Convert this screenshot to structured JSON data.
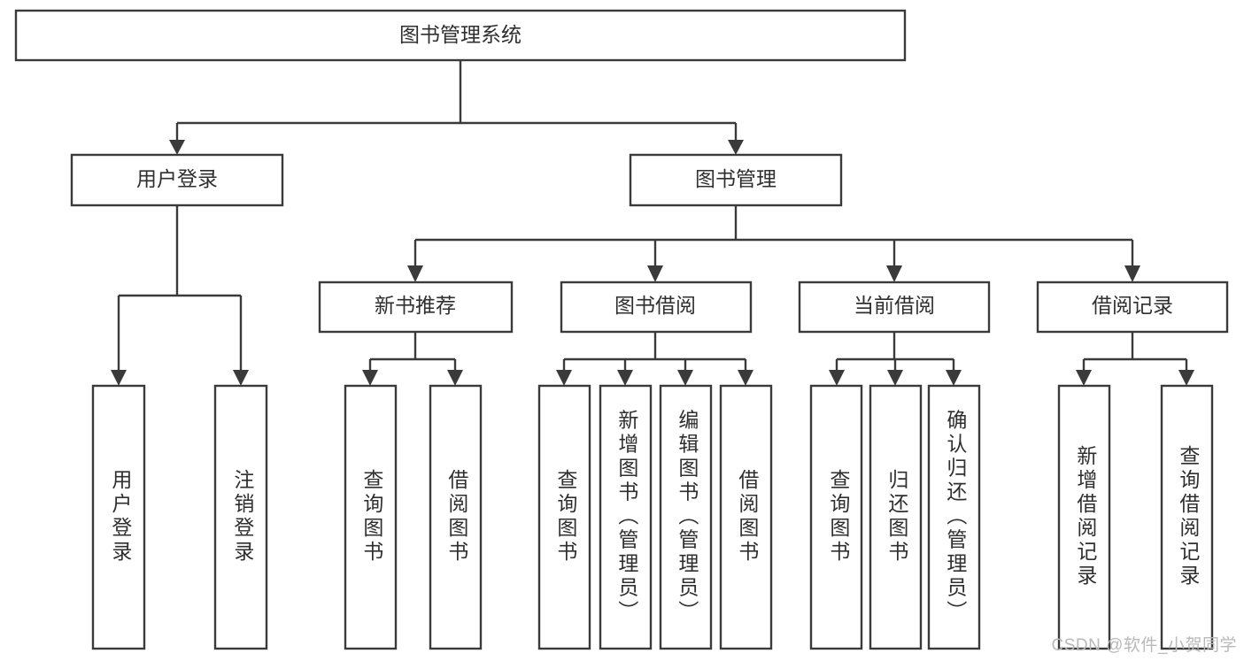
{
  "diagram": {
    "title": "图书管理系统",
    "type": "tree",
    "watermark": "CSDN @软件_小贺同学",
    "colors": {
      "box_stroke": "#3a3a3a",
      "box_fill": "#ffffff",
      "text": "#2f2f2f",
      "connector": "#3a3a3a",
      "watermark": "#b9b9b9",
      "background": "#ffffff"
    },
    "root": {
      "label": "图书管理系统"
    },
    "level2": [
      {
        "label": "用户登录"
      },
      {
        "label": "图书管理"
      }
    ],
    "level3": [
      {
        "label": "新书推荐"
      },
      {
        "label": "图书借阅"
      },
      {
        "label": "当前借阅"
      },
      {
        "label": "借阅记录"
      }
    ],
    "leaves": {
      "user_login": [
        {
          "label": "用户登录"
        },
        {
          "label": "注销登录"
        }
      ],
      "new_book_recommend": [
        {
          "label": "查询图书"
        },
        {
          "label": "借阅图书"
        }
      ],
      "book_borrow": [
        {
          "label": "查询图书"
        },
        {
          "label": "新增图书（管理员）"
        },
        {
          "label": "编辑图书（管理员）"
        },
        {
          "label": "借阅图书"
        }
      ],
      "current_borrow": [
        {
          "label": "查询图书"
        },
        {
          "label": "归还图书"
        },
        {
          "label": "确认归还（管理员）"
        }
      ],
      "borrow_record": [
        {
          "label": "新增借阅记录"
        },
        {
          "label": "查询借阅记录"
        }
      ]
    }
  }
}
